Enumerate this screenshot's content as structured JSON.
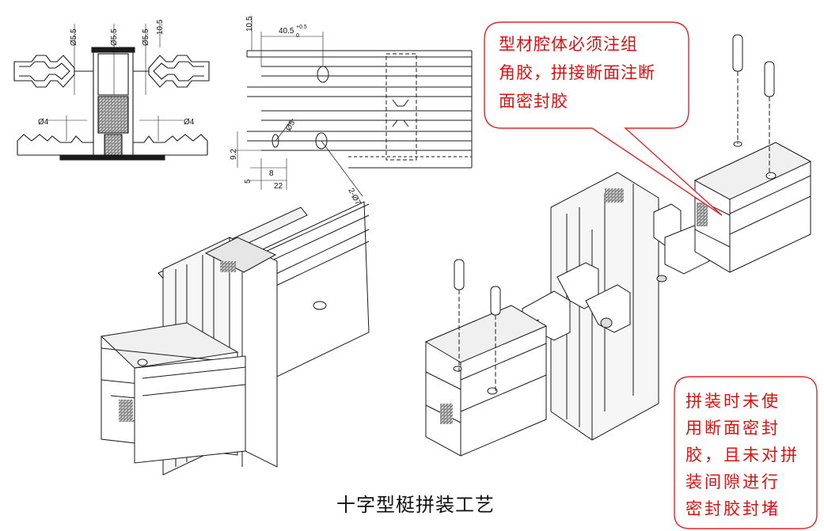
{
  "drawing_dimensions": {
    "section": {
      "d_left": "Ø5.5",
      "d_mid": "Ø5.5",
      "d_right": "Ø5.5",
      "top_h": "10.5",
      "hole_left": "Ø4",
      "hole_right": "Ø4"
    },
    "plan": {
      "top_h": "10.5",
      "width": "40.5",
      "tol": "+0.5",
      "tol_low": "0",
      "d_small": "Ø5",
      "h_left": "9.2",
      "h_small": "5",
      "w_small": "8",
      "w_large": "22",
      "d_holes": "2-Ø7.5"
    }
  },
  "callouts": {
    "top": [
      "型材腔体必须注组",
      "角胶，拼接断面注断",
      "面密封胶"
    ],
    "bottom": [
      "拼装时未使",
      "用断面密封",
      "胶，且未对拼",
      "装间隙进行",
      "密封胶封堵"
    ]
  },
  "caption": "十字型梃拼装工艺",
  "colors": {
    "callout_border": "#e0282a",
    "callout_text": "#d11111",
    "line": "#1a1a1a"
  }
}
